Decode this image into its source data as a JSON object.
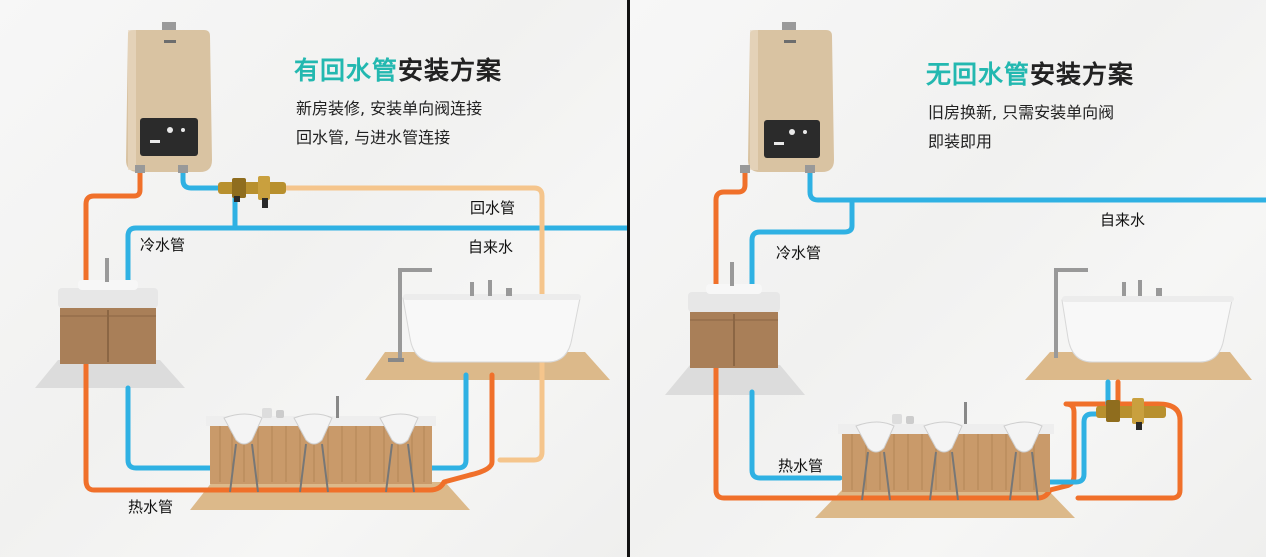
{
  "left": {
    "title_highlight": "有回水管",
    "title_rest": "安装方案",
    "desc_line1": "新房装修, 安装单向阀连接",
    "desc_line2": "回水管, 与进水管连接",
    "label_return": "回水管",
    "label_tap": "自来水",
    "label_cold": "冷水管",
    "label_hot": "热水管"
  },
  "right": {
    "title_highlight": "无回水管",
    "title_rest": "安装方案",
    "desc_line1": "旧房换新, 只需安装单向阀",
    "desc_line2": "即装即用",
    "label_tap": "自来水",
    "label_cold": "冷水管",
    "label_hot": "热水管"
  },
  "colors": {
    "title_highlight": "#23b8b0",
    "hot_pipe": "#f0702a",
    "cold_pipe": "#2fb1e3",
    "return_pipe": "#f5c58c",
    "heater_body": "#d9c3a2",
    "cabinet_wood": "#a97f58"
  }
}
